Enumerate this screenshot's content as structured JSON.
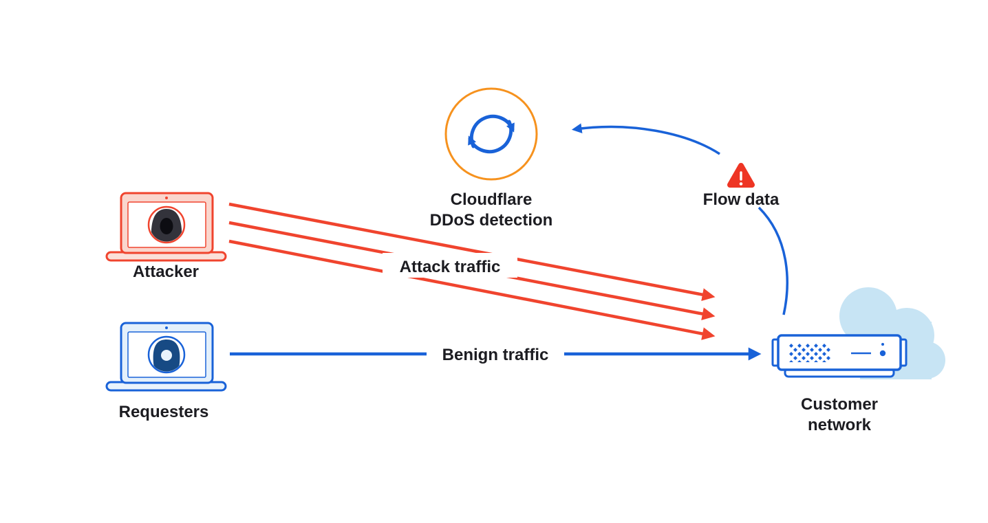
{
  "diagram": {
    "background": "#FFFFFF",
    "nodes": {
      "cloudflare": {
        "icon": "sync-icon",
        "label_line1": "Cloudflare",
        "label_line2": "DDoS detection"
      },
      "flow_data": {
        "icon": "warning-icon",
        "label": "Flow data"
      },
      "attacker": {
        "icon": "attacker-laptop-icon",
        "label": "Attacker"
      },
      "requesters": {
        "icon": "requester-laptop-icon",
        "label": "Requesters"
      },
      "customer_network": {
        "icon": "server-icon",
        "label_line1": "Customer",
        "label_line2": "network"
      }
    },
    "edges": {
      "attack_traffic": {
        "label": "Attack traffic",
        "from": "attacker",
        "to": "customer_network",
        "style": "triple-red-arrow"
      },
      "benign_traffic": {
        "label": "Benign traffic",
        "from": "requesters",
        "to": "customer_network",
        "style": "blue-arrow"
      },
      "flow_data_feed": {
        "from": "customer_network",
        "to": "cloudflare",
        "style": "curved-blue-arrow"
      }
    },
    "colors": {
      "red": "#F0442E",
      "warning_red": "#EE3524",
      "orange": "#F6921E",
      "blue": "#1962D8",
      "navy": "#174A84",
      "light_blue": "#C7E4F4",
      "text": "#1C1C21"
    }
  }
}
